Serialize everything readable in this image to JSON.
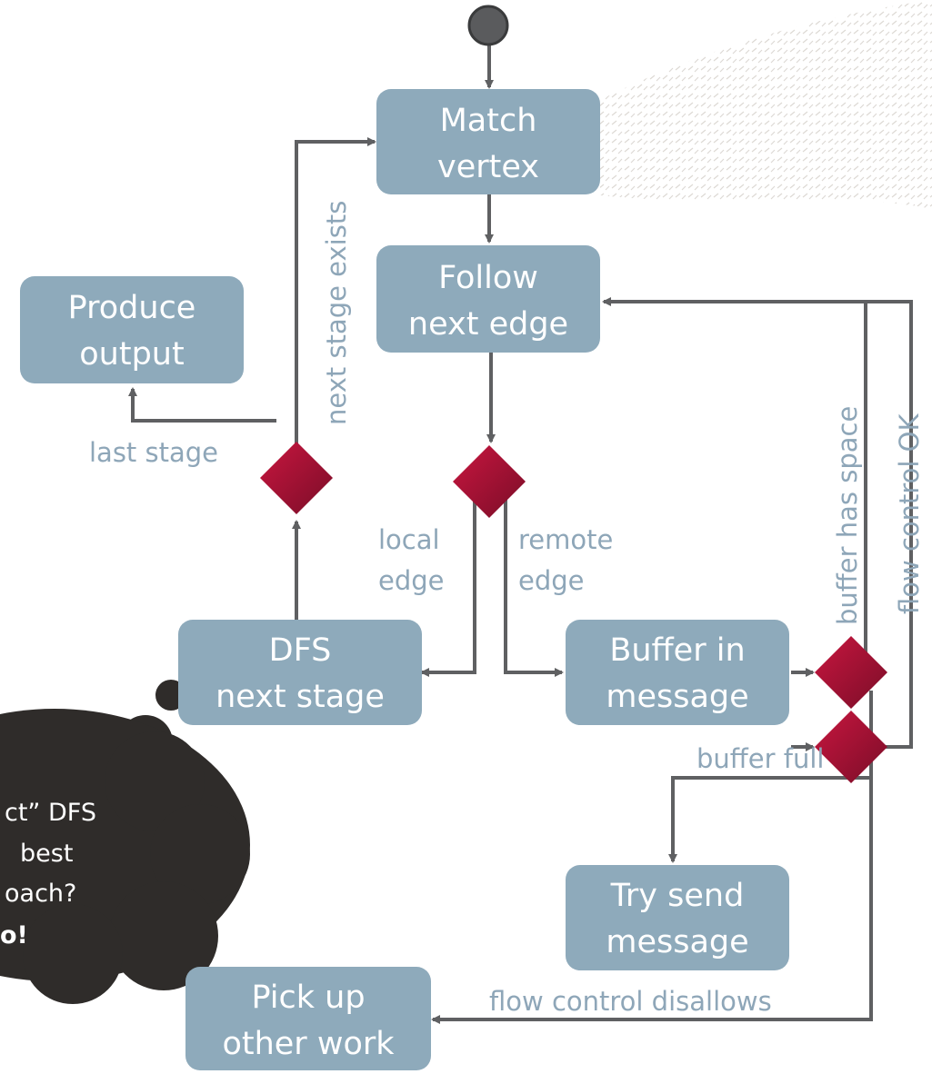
{
  "colors": {
    "node_fill": "#8eaabb",
    "node_text": "#ffffff",
    "decision_fill": "#b0123a",
    "decision_dark": "#7a0d28",
    "edge": "#5f6062",
    "label": "#8ea6b8",
    "start": "#5a5b5d",
    "cloud": "#2f2c2a"
  },
  "nodes": {
    "match_vertex": {
      "lines": [
        "Match",
        "vertex"
      ]
    },
    "follow_next_edge": {
      "lines": [
        "Follow",
        "next edge"
      ]
    },
    "produce_output": {
      "lines": [
        "Produce",
        "output"
      ]
    },
    "dfs_next_stage": {
      "lines": [
        "DFS",
        "next stage"
      ]
    },
    "buffer_in_message": {
      "lines": [
        "Buffer in",
        "message"
      ]
    },
    "try_send_message": {
      "lines": [
        "Try send",
        "message"
      ]
    },
    "pick_up_other_work": {
      "lines": [
        "Pick up",
        "other work"
      ]
    }
  },
  "labels": {
    "next_stage_exists": "next stage exists",
    "last_stage": "last stage",
    "local_edge": [
      "local",
      "edge"
    ],
    "remote_edge": [
      "remote",
      "edge"
    ],
    "buffer_has_space": "buffer has space",
    "flow_control_ok": "flow control OK",
    "buffer_full": "buffer full",
    "flow_control_disallows": "flow control disallows"
  },
  "thought_cloud": {
    "lines": [
      "ct” DFS",
      "best",
      "oach?"
    ],
    "emphasis": "o!"
  }
}
